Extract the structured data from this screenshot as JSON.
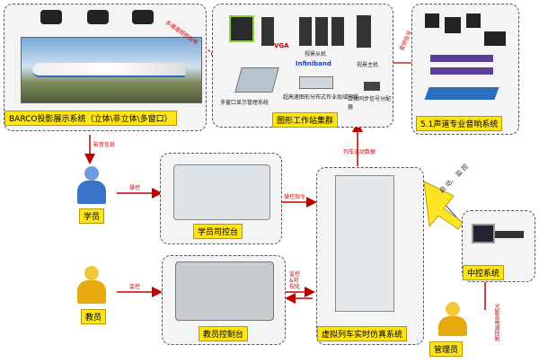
{
  "groups": {
    "projection": "BARCO投影展示系统（立体\\非立体\\多窗口）",
    "workstation": "图形工作站集群",
    "audio": "5.1声道专业音响系统",
    "student_console": "学员司控台",
    "teacher_console": "教员控制台",
    "simulation": "虚拟列车实时仿真系统",
    "central": "中控系统"
  },
  "people": {
    "student": "学员",
    "teacher": "教员",
    "admin": "管理员"
  },
  "workstation_labels": {
    "vga": "VGA",
    "infiniband": "Infiniband",
    "multi_window": "多窗口显示管理系统",
    "view_server": "视景从机",
    "view_master": "视景主机",
    "network": "超高速图形分布式作业局域网络",
    "sync": "立体同步信号分配器"
  },
  "edges": {
    "video_signal": "多通道视频信号",
    "audio_signal": "音频信号",
    "image_info": "影音信息",
    "operate": "操控",
    "monitor": "监控",
    "operate_cmd": "操控指令",
    "train_data": "列车运动数据",
    "monitor_visual": "监控&可视化",
    "start_stop": "启 动、 监 控",
    "optical_control": "光影音电源控制"
  }
}
